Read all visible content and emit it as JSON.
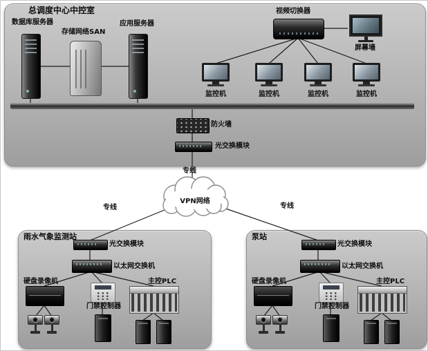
{
  "control_room": {
    "title": "总调度中心中控室",
    "db_server": "数据库服务器",
    "san": "存储网络SAN",
    "app_server": "应用服务器",
    "video_switcher": "视频切换器",
    "screen_wall": "屏幕墙",
    "monitors": [
      "监控机",
      "监控机",
      "监控机",
      "监控机"
    ],
    "firewall": "防火墙",
    "optical_module": "光交换模块"
  },
  "network": {
    "cloud_label": "VPN网络",
    "dedicated_line_top": "专线",
    "dedicated_line_left": "专线",
    "dedicated_line_right": "专线"
  },
  "stations": [
    {
      "title": "雨水气象监测站",
      "optical_module": "光交换模块",
      "ethernet_switch": "以太网交换机",
      "dvr": "硬盘录像机",
      "access_controller": "门禁控制器",
      "plc": "主控PLC"
    },
    {
      "title": "泵站",
      "optical_module": "光交换模块",
      "ethernet_switch": "以太网交换机",
      "dvr": "硬盘录像机",
      "access_controller": "门禁控制器",
      "plc": "主控PLC"
    }
  ]
}
